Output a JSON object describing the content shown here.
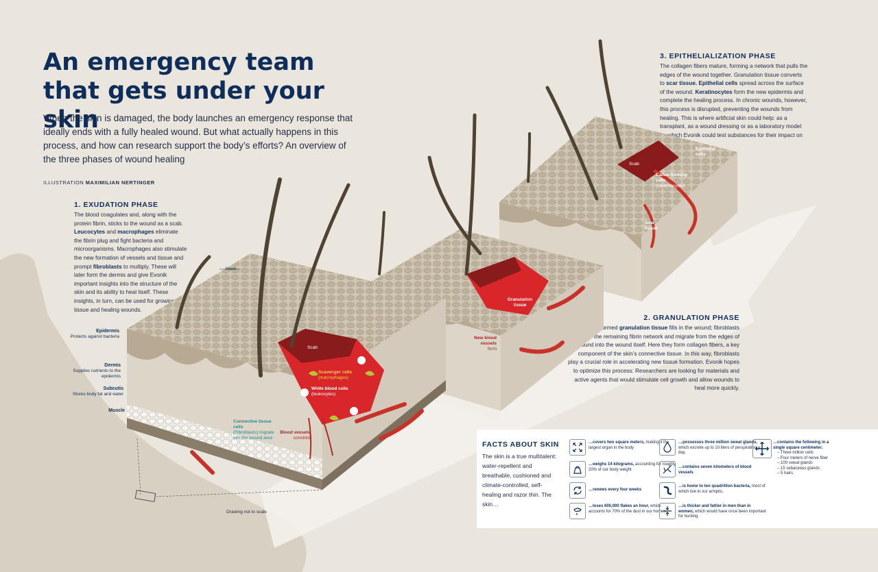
{
  "title": "An emergency team that gets under your skin",
  "intro": "When the skin is damaged, the body launches an emergency response that ideally ends with a fully healed wound. But what actually happens in this process, and how can research support the body’s efforts? An overview of the three phases of wound healing",
  "credit": {
    "prefix": "ILLUSTRATION",
    "name": "MAXIMILIAN NERTINGER"
  },
  "phase1": {
    "heading": "1. EXUDATION PHASE",
    "t1": "The blood coagulates and, along with the protein fibrin, sticks to the wound as a scab. ",
    "b1": "Leucocytes",
    "t2": " and ",
    "b2": "macrophages",
    "t3": " eliminate the fibrin plug and fight bacteria and microorganisms. Macrophages also stimulate the new formation of vessels and tissue and prompt ",
    "b3": "fibroblasts",
    "t4": " to multiply. These will later form the dermis and give Evonik important insights into the structure of the skin and its ability to heal itself. These insights, in turn, can be used for growing tissue and healing wounds."
  },
  "phase2": {
    "heading": "2. GRANULATION PHASE",
    "t1": "Newly formed ",
    "b1": "granulation tissue",
    "t2": " fills in the wound; fibroblasts adhere to the remaining fibrin network and migrate from the edges of the wound into the wound itself. Here they form collagen fibers, a key component of the skin’s connective tissue. In this way, fibroblasts play a crucial role in accelerating new tissue formation. Evonik hopes to optimize this process: Researchers are looking for materials and active agents that would stimulate cell growth and allow wounds to heal more quickly."
  },
  "phase3": {
    "heading": "3. EPITHELIALIZATION PHASE",
    "t1": "The collagen fibers mature, forming a network that pulls the edges of the wound together. Granulation tissue converts to ",
    "b1": "scar tissue.",
    "t2": " ",
    "b2": "Epithelial cells",
    "t3": " spread across the surface of the wound. ",
    "b3": "Keratinocytes",
    "t4": " form the new epidermis and complete the healing process. In chronic wounds, however, this process is disrupted, preventing the wounds from healing. This is where artificial skin could help: as a transplant, as a wound dressing or as a laboratory model on which Evonik could test substances for their impact on wound healing."
  },
  "labels": {
    "hairs": "Hairs",
    "epidermis": "Epidermis",
    "epidermis_sub": "Protects against bacteria",
    "dermis": "Dermis",
    "dermis_sub": "Supplies nutrients to the epidermis",
    "subcutis": "Subcutis",
    "subcutis_sub": "Stores body fat and water",
    "muscle": "Muscle",
    "scab1": "Scab",
    "scavenger": "Scavenger cells",
    "scavenger_sub": "(macrophages)",
    "white": "White blood cells",
    "white_sub": "(leukocytes)",
    "connective": "Connective tissue cells",
    "connective_sub": "(Fibroblasts) migrate into the wound area",
    "vessels": "Blood vessels",
    "vessels_sub": "constrict",
    "granulation": "Granulation tissue",
    "newvessels": "New blood vessels",
    "newvessels_sub": "form",
    "scab3": "Scab",
    "callus": "Callus-forming cells",
    "callus_sub": "(keratinocytes)",
    "epithelial": "Epithelial cells",
    "scar": "Scar tissue",
    "note": "Drawing not to scale"
  },
  "facts": {
    "heading": "FACTS ABOUT SKIN",
    "text": "The skin is a true multitalent: water-repellent and breathable, cushioned and climate-controlled, self-healing and razor thin. The skin…",
    "f1b": "…covers two square meters,",
    "f1": " making it the largest organ in the body",
    "f2b": "…weighs 14 kilograms,",
    "f2": " accounting for roughly 20% of our body weight",
    "f3b": "…renews every four weeks",
    "f3": "",
    "f4b": "…loses 600,000 flakes an hour,",
    "f4": " which accounts for 70% of the dust in our homes",
    "f5b": "…possesses three million sweat glands,",
    "f5": " which excrete up to 10 liters of perspiration a day.",
    "f6b": "…contains seven kilometers of blood vessels",
    "f6": "",
    "f7b": "…is home to ten quadrillion bacteria,",
    "f7": " most of which live in our armpits.",
    "f8b": "…is thicker and fattier in men than in women,",
    "f8": " which would have once been important for hunting",
    "f9b": "…contains the following in a single square centimeter:",
    "f9list": [
      "Three million cells",
      "Four meters of nerve fiber",
      "100 sweat glands",
      "15 sebaceous glands",
      "5 hairs"
    ]
  }
}
